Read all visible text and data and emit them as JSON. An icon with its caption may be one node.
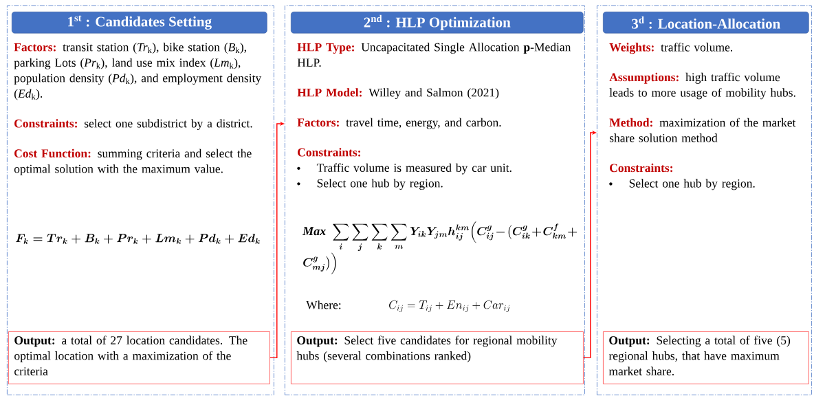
{
  "diagram": {
    "nodes": [
      {
        "text": [
          "Factors:",
          "transit station (*Tr*$_{k}$), bike station (*B*$_{k}$), parking Lots (*Pr*$_{k}$), land use mix index (*Lm*$_{k}$), population density (*Pd*$_{k}$), and employment density (*Ed*$_{k}$).",
          "Constraints:",
          "select one subdistrict by a district.",
          "Cost Function:",
          "summing criteria and select the optimal solution with the maximum value."
        ]
      },
      {
        "text": [
          "1$^{st}$ : Candidates Setting"
        ],
        "in": 0
      },
      {
        "text": [
          "Output:",
          "a total of 27 location candidates. The optimal location with a maximization of the criteria"
        ],
        "in": 0
      },
      {
        "text": [
          "HLP Type:",
          "Uncapacitated Single Allocation **p**-Median HLP.",
          "HLP Model:",
          "Willey and Salmon (2021)",
          "Factors:",
          "travel time, energy, and carbon.",
          "Constraints:",
          "Traffic volume is measured by car unit.",
          "Select one hub by region."
        ]
      },
      {
        "text": [
          "2$^{nd}$ : HLP Optimization"
        ],
        "in": 3
      },
      {
        "text": [
          "Output:",
          "Select five candidates for regional mobility hubs (several combinations ranked)"
        ],
        "in": 3
      },
      {
        "text": [
          "Weights:",
          "traffic volume.",
          "Assumptions:",
          "high traffic volume leads to more usage of mobility hubs.",
          "Method:",
          "maximization of the market share solution method",
          "Constraints:",
          "Select one hub by region."
        ]
      },
      {
        "text": [
          "3$^{d}$ : Location-Allocation"
        ],
        "in": 6
      },
      {
        "text": [
          "Output:",
          "Selecting a total of five (5) regional hubs, that have maximum market share."
        ],
        "in": 6
      }
    ],
    "edges": [
      {
        "from": 2,
        "to": 3,
        "arrow": "to"
      },
      {
        "from": 5,
        "to": 6,
        "arrow": "to"
      }
    ],
    "labels": [
      "F_k = Tr_k + B_k + Pr_k + Lm_k + Pd_k + Ed_k",
      "\\mathit{Max}\\ \\sum_i\\sum_j\\sum_k\\sum_m Y_{ik}Y_{jm}h_{ij}^{km}\\Bigl(C_{ij}^{g} - \\bigl(C_{ik}^{g}+C_{km}^{f}+C_{mj}^{g}\\bigr)\\Bigr)",
      "Where:",
      "C_{ij} = T_{ij} + En_{ij} + Car_{ij}"
    ]
  }
}
